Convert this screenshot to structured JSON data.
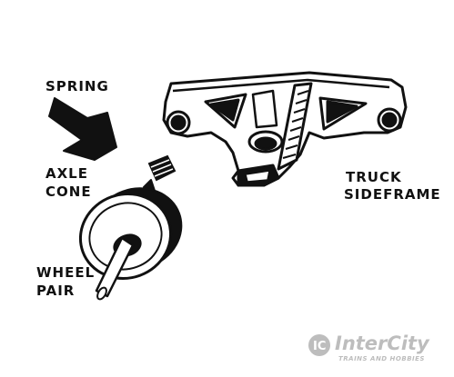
{
  "labels": {
    "spring": "SPRING",
    "axle_cone_1": "AXLE",
    "axle_cone_2": "CONE",
    "truck_1": "TRUCK",
    "truck_2": "SIDEFRAME",
    "wheel_1": "WHEEL",
    "wheel_2": "PAIR"
  },
  "watermark": {
    "brand": "InterCity",
    "tagline": "TRAINS AND HOBBIES",
    "color": "#bdbdbd"
  },
  "colors": {
    "ink": "#111111",
    "background": "#ffffff"
  }
}
